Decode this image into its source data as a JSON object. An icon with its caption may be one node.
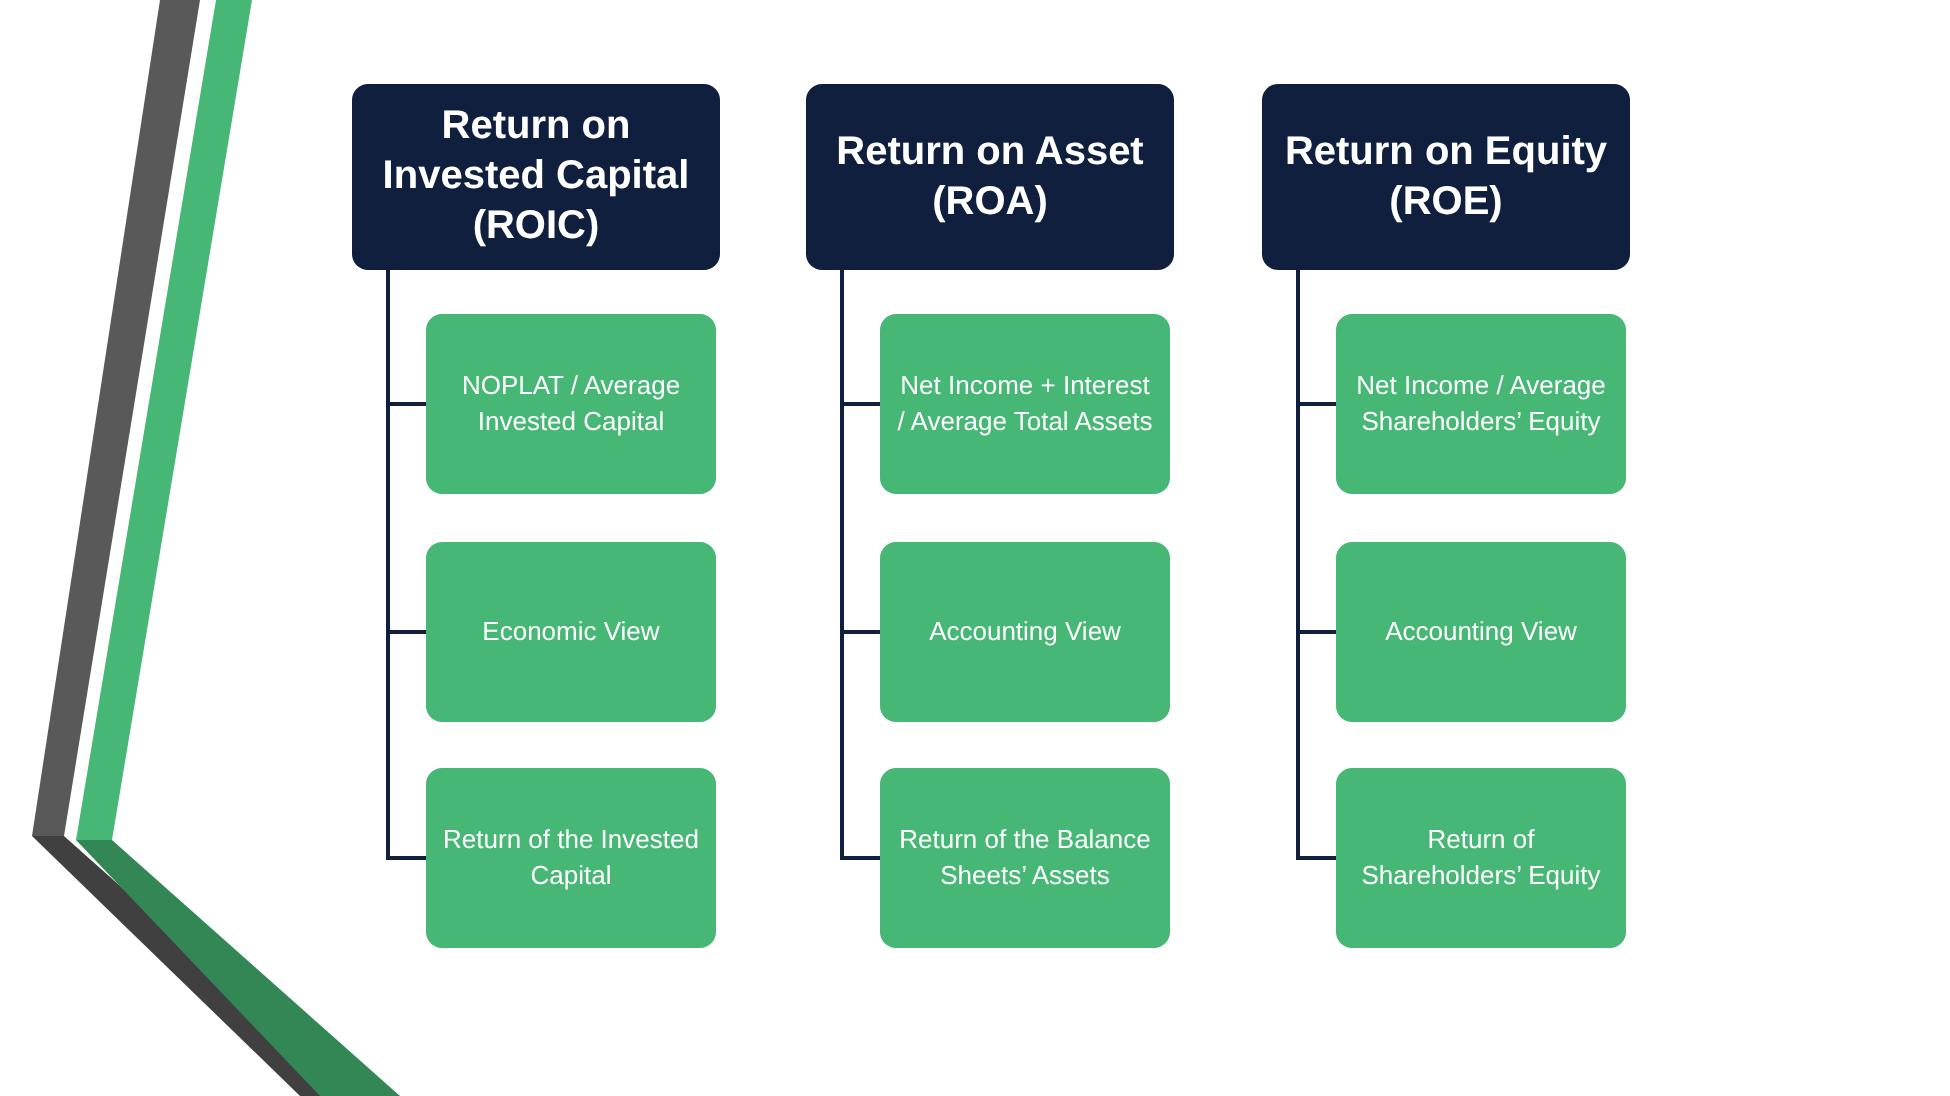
{
  "diagram": {
    "nodes": [
      {
        "text": [
          "Return on Invested Capital (ROIC)"
        ]
      },
      {
        "text": [
          "NOPLAT / Average Invested Capital"
        ]
      },
      {
        "text": [
          "Economic View"
        ]
      },
      {
        "text": [
          "Return of the Invested Capital"
        ]
      },
      {
        "text": [
          "Return on Asset (ROA)"
        ]
      },
      {
        "text": [
          "Net Income + Interest / Average Total Assets"
        ]
      },
      {
        "text": [
          "Accounting View"
        ]
      },
      {
        "text": [
          "Return of the Balance Sheets’ Assets"
        ]
      },
      {
        "text": [
          "Return on Equity (ROE)"
        ]
      },
      {
        "text": [
          "Net Income / Average Shareholders’ Equity"
        ]
      },
      {
        "text": [
          "Accounting View"
        ]
      },
      {
        "text": [
          "Return of Shareholders’ Equity"
        ]
      }
    ],
    "edges": [
      {
        "from": 0,
        "to": 1,
        "arrow": "none"
      },
      {
        "from": 0,
        "to": 2,
        "arrow": "none"
      },
      {
        "from": 0,
        "to": 3,
        "arrow": "none"
      },
      {
        "from": 4,
        "to": 5,
        "arrow": "none"
      },
      {
        "from": 4,
        "to": 6,
        "arrow": "none"
      },
      {
        "from": 4,
        "to": 7,
        "arrow": "none"
      },
      {
        "from": 8,
        "to": 9,
        "arrow": "none"
      },
      {
        "from": 8,
        "to": 10,
        "arrow": "none"
      },
      {
        "from": 8,
        "to": 11,
        "arrow": "none"
      }
    ]
  }
}
